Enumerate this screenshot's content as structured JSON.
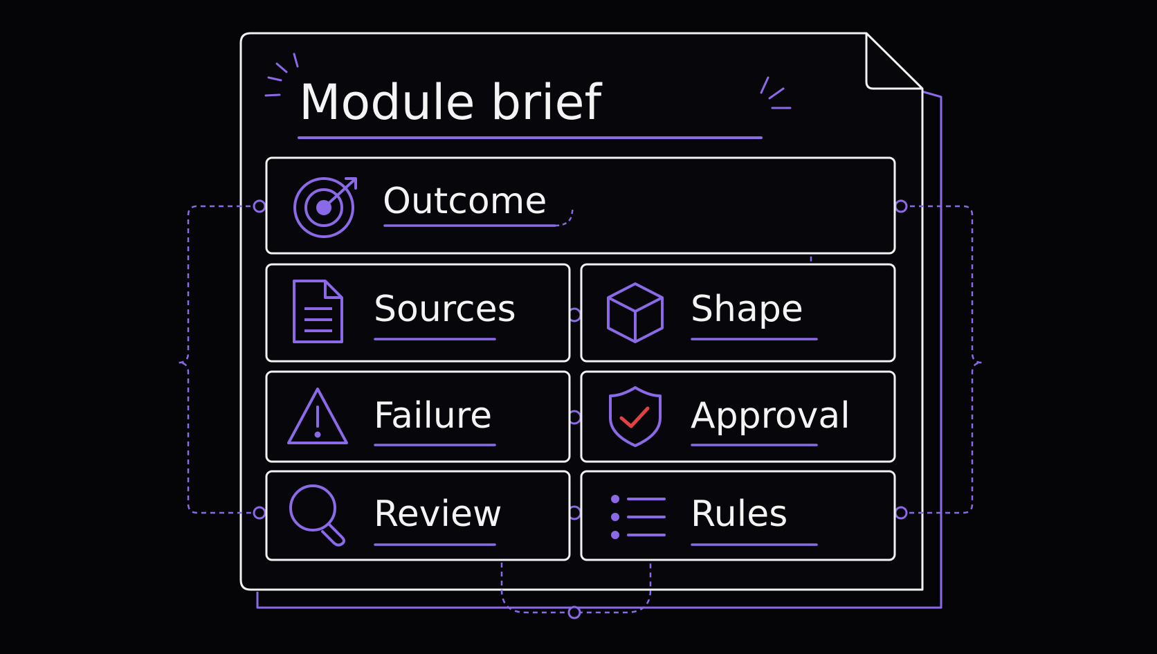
{
  "title": "Module brief",
  "cards": [
    {
      "id": "outcome",
      "label": "Outcome",
      "icon": "target-icon"
    },
    {
      "id": "sources",
      "label": "Sources",
      "icon": "document-icon"
    },
    {
      "id": "shape",
      "label": "Shape",
      "icon": "cube-icon"
    },
    {
      "id": "failure",
      "label": "Failure",
      "icon": "warning-icon"
    },
    {
      "id": "approval",
      "label": "Approval",
      "icon": "shield-check-icon"
    },
    {
      "id": "review",
      "label": "Review",
      "icon": "magnifier-icon"
    },
    {
      "id": "rules",
      "label": "Rules",
      "icon": "list-icon"
    }
  ],
  "colors": {
    "background": "#050508",
    "outline": "#f2f2f2",
    "accent": "#8a6ae6",
    "check": "#e0433f"
  }
}
